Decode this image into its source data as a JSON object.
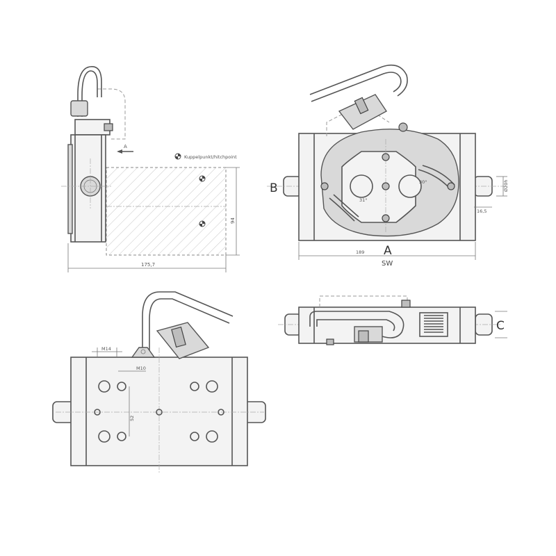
{
  "labels": {
    "coupling_point": "Kuppelpunkt/hitchpoint",
    "view_arrow": "A",
    "dim_width_side": "175,7",
    "dim_height_side": "94",
    "label_b": "B",
    "label_a": "A",
    "label_sw": "SW",
    "dim_width_top": "189",
    "dim_pin_offset": "16,5",
    "dim_pin_dia": "Ø20h",
    "angle_1": "31°",
    "angle_2": "30°",
    "label_c": "C",
    "thread_1": "M14",
    "thread_2": "M10",
    "dim_hole": "52"
  }
}
